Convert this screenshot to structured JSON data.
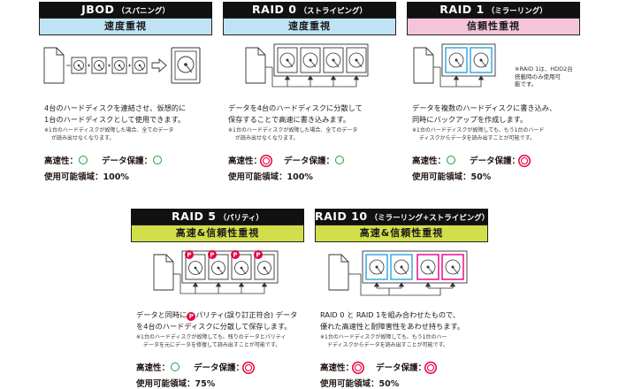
{
  "cards": [
    {
      "id": "jbod",
      "title": "JBOD",
      "subtitle": "（スパニング）",
      "band": "速度重視",
      "desc_lines": [
        "4台のハードディスクを連結させ、仮想的に",
        "1台のハードディスクとして使用できます。"
      ],
      "note_lines": [
        "※1台のハードディスクが故障した場合、全てのデータ",
        "が読み出せなくなります。"
      ],
      "speed_label": "高速性：",
      "protect_label": "データ保護：",
      "capacity": "使用可能領域：100%"
    },
    {
      "id": "raid0",
      "title": "RAID 0",
      "subtitle": "（ストライピング）",
      "band": "速度重視",
      "desc_lines": [
        "データを4台のハードディスクに分散して",
        "保存することで高速に書き込みます。"
      ],
      "note_lines": [
        "※1台のハードディスクが故障した場合、全てのデータ",
        "が読み出せなくなります。"
      ],
      "speed_label": "高速性：",
      "protect_label": "データ保護：",
      "capacity": "使用可能領域：100%"
    },
    {
      "id": "raid1",
      "title": "RAID 1",
      "subtitle": "（ミラーリング）",
      "band": "信頼性重視",
      "side_note_lines": [
        "※RAID 1は、HDD2台",
        "搭載時のみ使用可",
        "能です。"
      ],
      "desc_lines": [
        "データを複数のハードディスクに書き込み、",
        "同時にバックアップを作成します。"
      ],
      "note_lines": [
        "※1台のハードディスクが故障しても、もう1台のハード",
        "ディスクからデータを読み出すことが可能です。"
      ],
      "speed_label": "高速性：",
      "protect_label": "データ保護：",
      "capacity": "使用可能領域：50%"
    },
    {
      "id": "raid5",
      "title": "RAID 5",
      "subtitle": "（パリティ）",
      "band": "高速&信頼性重視",
      "desc_pre": "データと同時に",
      "parity_glyph": "P",
      "desc_post": "パリティ(誤り訂正符合) データ",
      "desc_line2": "を4台のハードディスクに分散して保存します。",
      "note_lines": [
        "※1台のハードディスクが故障しても、残りのデータとパリティ",
        "データを元にデータを修復して読み出すことが可能です。"
      ],
      "speed_label": "高速性：",
      "protect_label": "データ保護：",
      "capacity": "使用可能領域：75%"
    },
    {
      "id": "raid10",
      "title": "RAID 10",
      "subtitle": "（ミラーリング+ストライピング）",
      "band": "高速&信頼性重視",
      "desc_lines": [
        "RAID 0 と RAID 1を組み合わせたもので、",
        "優れた高速性と耐障害性をあわせ持ちます。"
      ],
      "note_lines": [
        "※1台のハードディスクが故障しても、もう1台のハー",
        "ドディスクからデータを読み出すことが可能です。"
      ],
      "speed_label": "高速性：",
      "protect_label": "データ保護：",
      "capacity": "使用可能領域：50%"
    }
  ],
  "colors": {
    "title_bg": "#111111",
    "band_blue": "#bfe3f4",
    "band_pink": "#f4c5da",
    "band_green": "#d3df4a",
    "mark_good": "#13a538",
    "mark_excellent": "#e6003c",
    "mirror_blue": "#2aa6dd",
    "mirror_magenta": "#e4007f",
    "parity_red": "#e6003c"
  },
  "icons": {
    "document": "document-icon",
    "hdd": "hdd-icon",
    "arrow": "arrow-right-icon",
    "good": "circle-mark-icon",
    "excellent": "double-circle-mark-icon"
  }
}
